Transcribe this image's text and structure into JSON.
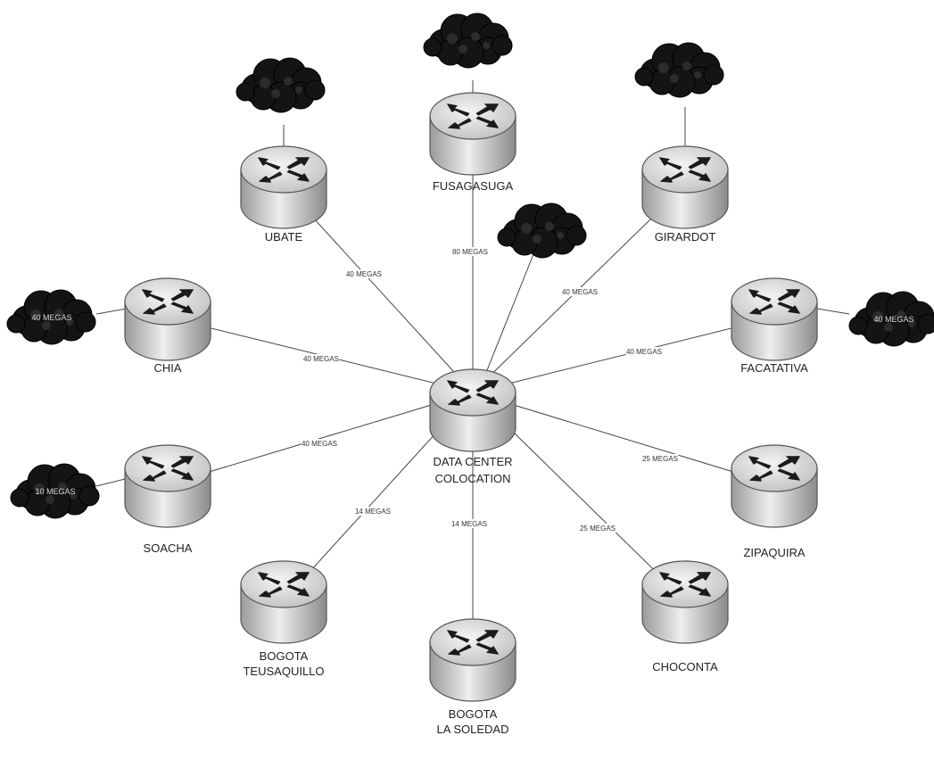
{
  "center": {
    "label_line1": "DATA CENTER",
    "label_line2": "COLOCATION"
  },
  "routers": [
    {
      "id": "ubate",
      "label1": "UBATE",
      "label2": "",
      "link_label": "40 MEGAS",
      "cloud_label": ""
    },
    {
      "id": "fusagasuga",
      "label1": "FUSAGASUGA",
      "label2": "",
      "link_label": "80 MEGAS",
      "cloud_label": ""
    },
    {
      "id": "girardot",
      "label1": "GIRARDOT",
      "label2": "",
      "link_label": "40 MEGAS",
      "cloud_label": ""
    },
    {
      "id": "chia",
      "label1": "CHIA",
      "label2": "",
      "link_label": "40 MEGAS",
      "cloud_label": "40 MEGAS"
    },
    {
      "id": "facatativa",
      "label1": "FACATATIVA",
      "label2": "",
      "link_label": "40 MEGAS",
      "cloud_label": "40 MEGAS"
    },
    {
      "id": "soacha",
      "label1": "SOACHA",
      "label2": "",
      "link_label": "40 MEGAS",
      "cloud_label": "10 MEGAS"
    },
    {
      "id": "zipaquira",
      "label1": "ZIPAQUIRA",
      "label2": "",
      "link_label": "25 MEGAS",
      "cloud_label": ""
    },
    {
      "id": "teusaquillo",
      "label1": "BOGOTA",
      "label2": "TEUSAQUILLO",
      "link_label": "14 MEGAS",
      "cloud_label": ""
    },
    {
      "id": "soledad",
      "label1": "BOGOTA",
      "label2": "LA SOLEDAD",
      "link_label": "14 MEGAS",
      "cloud_label": ""
    },
    {
      "id": "choconta",
      "label1": "CHOCONTA",
      "label2": "",
      "link_label": "25 MEGAS",
      "cloud_label": ""
    }
  ],
  "center_cloud": {
    "label": ""
  }
}
